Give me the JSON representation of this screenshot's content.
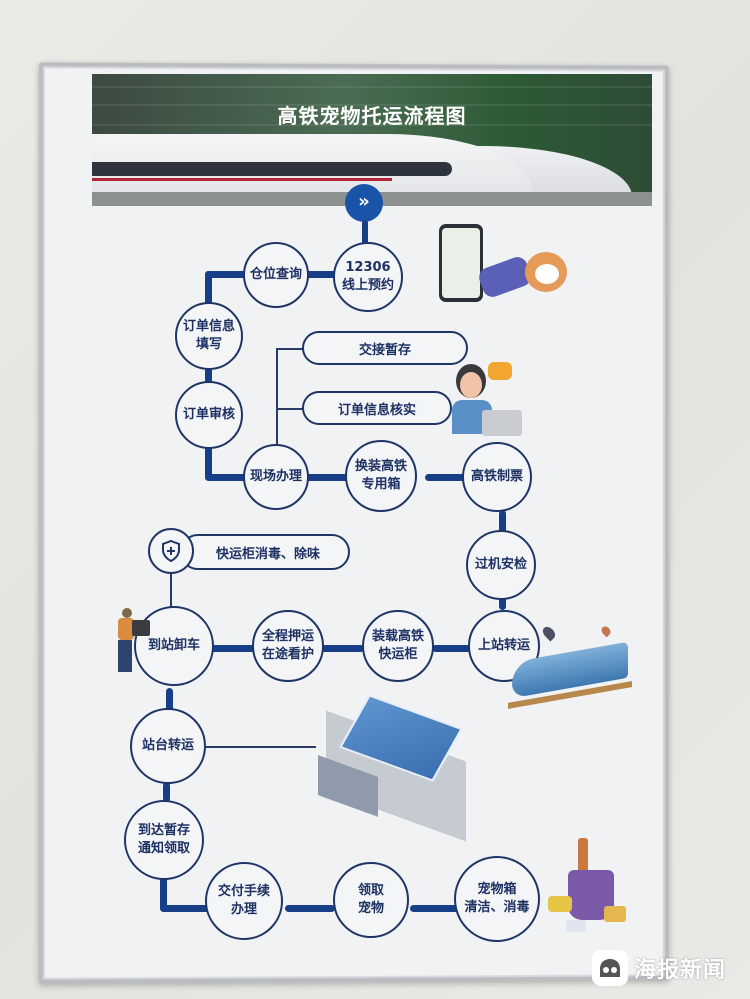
{
  "poster": {
    "title": "高铁宠物托运流程图",
    "scroll_hint_icon": "double-chevron-down-icon",
    "colors": {
      "connector": "#173f87",
      "node_border": "#1f3566",
      "node_text": "#1d3163",
      "chevron_badge": "#1a54a8",
      "banner_green": "#2d5a36"
    }
  },
  "flow": {
    "steps": [
      {
        "id": "s1",
        "label": "12306\n线上预约"
      },
      {
        "id": "s2",
        "label": "仓位查询"
      },
      {
        "id": "s3",
        "label": "订单信息\n填写"
      },
      {
        "id": "s4",
        "label": "订单审核"
      },
      {
        "id": "s5",
        "label": "现场办理"
      },
      {
        "id": "s6",
        "label": "换装高铁\n专用箱"
      },
      {
        "id": "s7",
        "label": "高铁制票"
      },
      {
        "id": "s8",
        "label": "过机安检"
      },
      {
        "id": "s9",
        "label": "上站转运"
      },
      {
        "id": "s10",
        "label": "装载高铁\n快运柜"
      },
      {
        "id": "s11",
        "label": "全程押运\n在途看护"
      },
      {
        "id": "s12",
        "label": "到站卸车"
      },
      {
        "id": "s13",
        "label": "站台转运"
      },
      {
        "id": "s14",
        "label": "到达暂存\n通知领取"
      },
      {
        "id": "s15",
        "label": "交付手续\n办理"
      },
      {
        "id": "s16",
        "label": "领取\n宠物"
      },
      {
        "id": "s17",
        "label": "宠物箱\n清洁、消毒"
      }
    ],
    "side_notes": [
      {
        "attached_to": "s5",
        "label": "交接暂存"
      },
      {
        "attached_to": "s5",
        "label": "订单信息核实"
      },
      {
        "attached_to": "s12",
        "label": "快运柜消毒、除味",
        "icon": "shield-plus-icon"
      }
    ],
    "illustrations": [
      "phone-hand-with-dog-illustration",
      "customer-service-agent-illustration",
      "porter-with-crate-illustration",
      "high-speed-train-illustration",
      "station-building-illustration",
      "cleaning-bucket-illustration"
    ]
  },
  "watermark": {
    "text": "海报新闻",
    "icon": "haibao-logo-icon"
  }
}
